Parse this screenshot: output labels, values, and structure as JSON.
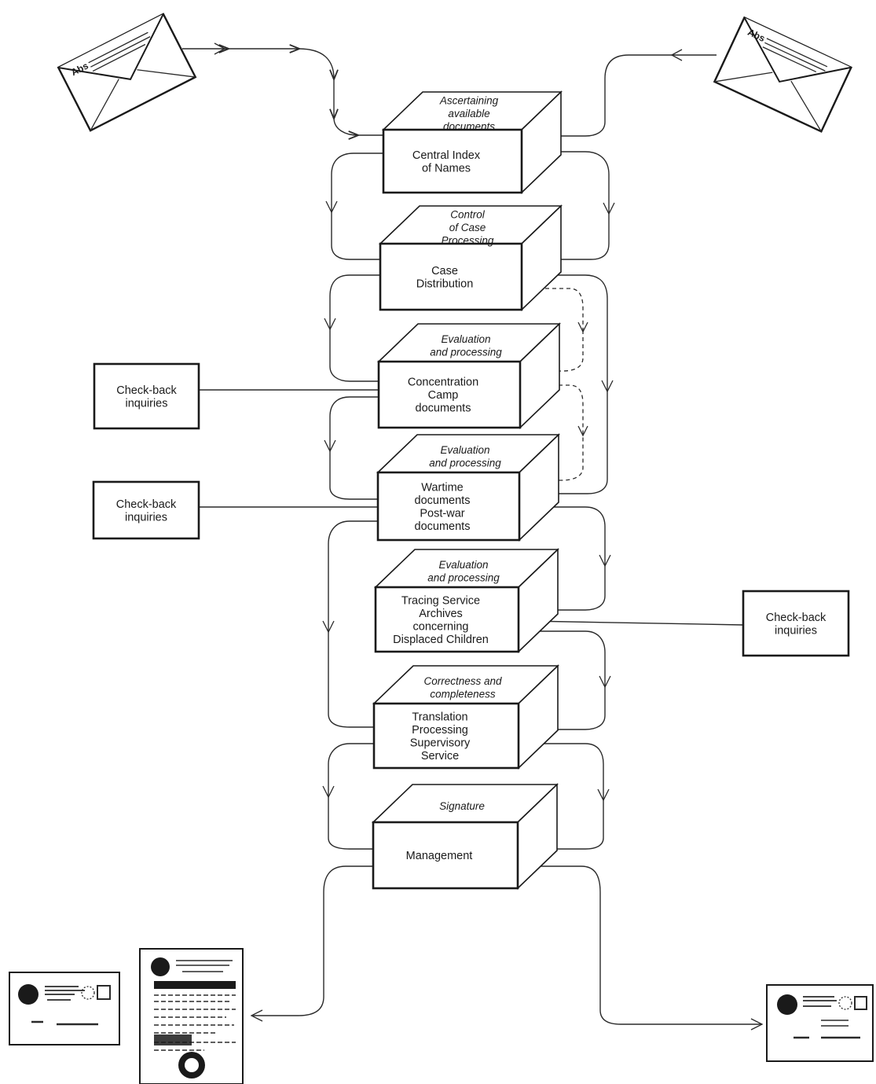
{
  "process_steps": [
    {
      "top_label": [
        "Ascertaining",
        "available",
        "documents"
      ],
      "box_label": [
        "Central Index",
        "of Names"
      ]
    },
    {
      "top_label": [
        "Control",
        "of Case",
        "Processing"
      ],
      "box_label": [
        "Case",
        "Distribution"
      ]
    },
    {
      "top_label": [
        "Evaluation",
        "and processing"
      ],
      "box_label": [
        "Concentration",
        "Camp",
        "documents"
      ]
    },
    {
      "top_label": [
        "Evaluation",
        "and processing"
      ],
      "box_label": [
        "Wartime",
        "documents",
        "Post-war",
        "documents"
      ]
    },
    {
      "top_label": [
        "Evaluation",
        "and processing"
      ],
      "box_label": [
        "Tracing Service",
        "Archives",
        "concerning",
        "Displaced Children"
      ]
    },
    {
      "top_label": [
        "Correctness and",
        "completeness"
      ],
      "box_label": [
        "Translation",
        "Processing",
        "Supervisory",
        "Service"
      ]
    },
    {
      "top_label": [
        "Signature"
      ],
      "box_label": [
        "Management"
      ]
    }
  ],
  "checkback_boxes": [
    {
      "label": [
        "Check-back",
        "inquiries"
      ]
    },
    {
      "label": [
        "Check-back",
        "inquiries"
      ]
    },
    {
      "label": [
        "Check-back",
        "inquiries"
      ]
    }
  ],
  "envelope_text": "Abs",
  "icons": {
    "incoming_left": "envelope-icon",
    "incoming_right": "envelope-icon",
    "outgoing_left": "reply-card-icon",
    "outgoing_center": "certificate-document-icon",
    "outgoing_right": "reply-card-icon"
  },
  "colors": {
    "ink": "#1a1a1a",
    "paper": "#ffffff"
  }
}
